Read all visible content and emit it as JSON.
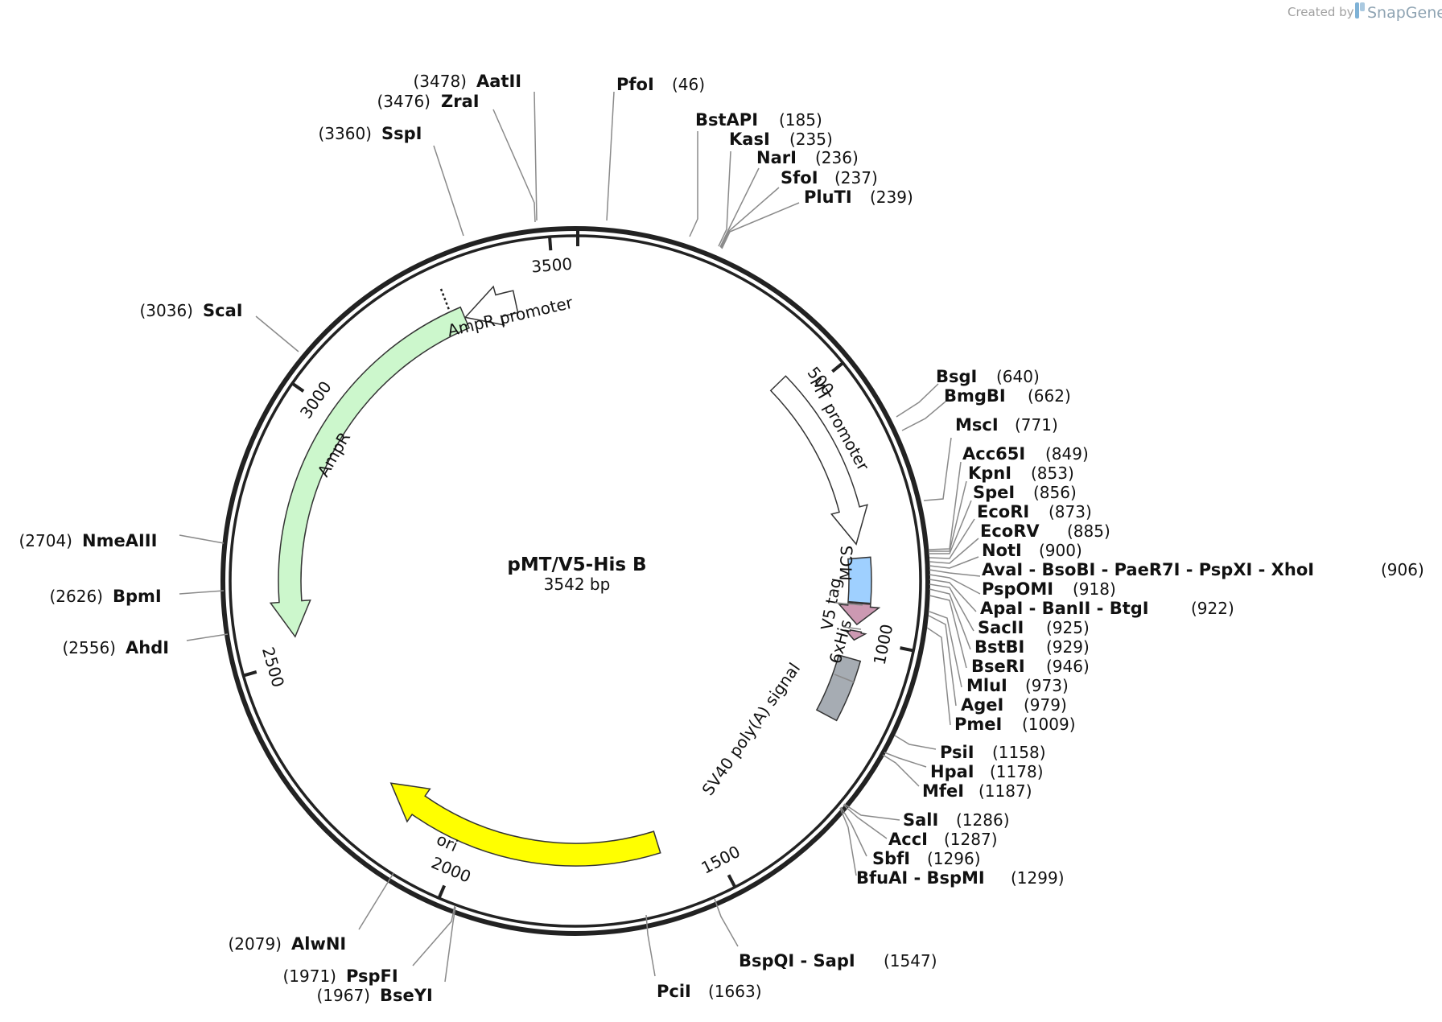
{
  "plasmid": {
    "name": "pMT/V5-His B",
    "size_label": "3542 bp",
    "length": 3542
  },
  "credit": {
    "prefix": "Created by",
    "brand": "SnapGene"
  },
  "colors": {
    "ampr": "#ccf7cc",
    "ori": "#ffff00",
    "mcs": "#9fd0ff",
    "v5": "#cc99b2",
    "his": "#cc99b2",
    "sv40": "#a6acb3",
    "promoter": "#ffffff",
    "backbone": "#222222"
  },
  "ticks": [
    {
      "pos": 500,
      "label": "500"
    },
    {
      "pos": 1000,
      "label": "1000"
    },
    {
      "pos": 1500,
      "label": "1500"
    },
    {
      "pos": 2000,
      "label": "2000"
    },
    {
      "pos": 2500,
      "label": "2500"
    },
    {
      "pos": 3000,
      "label": "3000"
    },
    {
      "pos": 3500,
      "label": "3500"
    }
  ],
  "features": [
    {
      "id": "ampr-promoter",
      "label": "AmpR promoter",
      "start": 3319,
      "end": 3423,
      "direction": "reverse",
      "color": "promoter",
      "radius": 355,
      "width": 28
    },
    {
      "id": "ampr",
      "label": "AmpR",
      "start": 2546,
      "end": 3318,
      "direction": "reverse",
      "color": "ampr",
      "radius": 355,
      "width": 28
    },
    {
      "id": "mt-promoter",
      "label": "MT promoter",
      "start": 450,
      "end": 812,
      "direction": "forward",
      "color": "promoter",
      "radius": 352,
      "width": 26
    },
    {
      "id": "mcs",
      "label": "MCS",
      "start": 840,
      "end": 928,
      "direction": "none",
      "color": "mcs",
      "radius": 354,
      "width": 28
    },
    {
      "id": "v5-tag",
      "label": "V5 tag",
      "start": 930,
      "end": 972,
      "direction": "forward",
      "color": "v5",
      "radius": 354,
      "width": 28
    },
    {
      "id": "6xhis",
      "label": "6xHis",
      "start": 985,
      "end": 1003,
      "direction": "forward",
      "color": "his",
      "radius": 354,
      "width": 14
    },
    {
      "id": "sv40",
      "label": "SV40 poly(A) signal",
      "start": 1040,
      "end": 1162,
      "direction": "none",
      "color": "sv40",
      "radius": 354,
      "width": 28
    },
    {
      "id": "ori",
      "label": "ori",
      "start": 1600,
      "end": 2188,
      "direction": "forward",
      "color": "ori",
      "radius": 340,
      "width": 28
    }
  ],
  "sites": [
    {
      "name": "AatII",
      "pos": "(3478)"
    },
    {
      "name": "ZraI",
      "pos": "(3476)"
    },
    {
      "name": "SspI",
      "pos": "(3360)"
    },
    {
      "name": "PfoI",
      "pos": "(46)"
    },
    {
      "name": "BstAPI",
      "pos": "(185)"
    },
    {
      "name": "KasI",
      "pos": "(235)"
    },
    {
      "name": "NarI",
      "pos": "(236)"
    },
    {
      "name": "SfoI",
      "pos": "(237)"
    },
    {
      "name": "PluTI",
      "pos": "(239)"
    },
    {
      "name": "ScaI",
      "pos": "(3036)"
    },
    {
      "name": "BsgI",
      "pos": "(640)"
    },
    {
      "name": "BmgBI",
      "pos": "(662)"
    },
    {
      "name": "MscI",
      "pos": "(771)"
    },
    {
      "name": "Acc65I",
      "pos": "(849)"
    },
    {
      "name": "KpnI",
      "pos": "(853)"
    },
    {
      "name": "SpeI",
      "pos": "(856)"
    },
    {
      "name": "EcoRI",
      "pos": "(873)"
    },
    {
      "name": "EcoRV",
      "pos": "(885)"
    },
    {
      "name": "NotI",
      "pos": "(900)"
    },
    {
      "name": "AvaI - BsoBI - PaeR7I - PspXI - XhoI",
      "pos": "(906)"
    },
    {
      "name": "PspOMI",
      "pos": "(918)"
    },
    {
      "name": "ApaI - BanII - BtgI",
      "pos": "(922)"
    },
    {
      "name": "SacII",
      "pos": "(925)"
    },
    {
      "name": "BstBI",
      "pos": "(929)"
    },
    {
      "name": "BseRI",
      "pos": "(946)"
    },
    {
      "name": "MluI",
      "pos": "(973)"
    },
    {
      "name": "AgeI",
      "pos": "(979)"
    },
    {
      "name": "PmeI",
      "pos": "(1009)"
    },
    {
      "name": "NmeAIII",
      "pos": "(2704)"
    },
    {
      "name": "BpmI",
      "pos": "(2626)"
    },
    {
      "name": "AhdI",
      "pos": "(2556)"
    },
    {
      "name": "PsiI",
      "pos": "(1158)"
    },
    {
      "name": "HpaI",
      "pos": "(1178)"
    },
    {
      "name": "MfeI",
      "pos": "(1187)"
    },
    {
      "name": "SalI",
      "pos": "(1286)"
    },
    {
      "name": "AccI",
      "pos": "(1287)"
    },
    {
      "name": "SbfI",
      "pos": "(1296)"
    },
    {
      "name": "BfuAI - BspMI",
      "pos": "(1299)"
    },
    {
      "name": "AlwNI",
      "pos": "(2079)"
    },
    {
      "name": "PspFI",
      "pos": "(1971)"
    },
    {
      "name": "BseYI",
      "pos": "(1967)"
    },
    {
      "name": "BspQI - SapI",
      "pos": "(1547)"
    },
    {
      "name": "PciI",
      "pos": "(1663)"
    }
  ]
}
